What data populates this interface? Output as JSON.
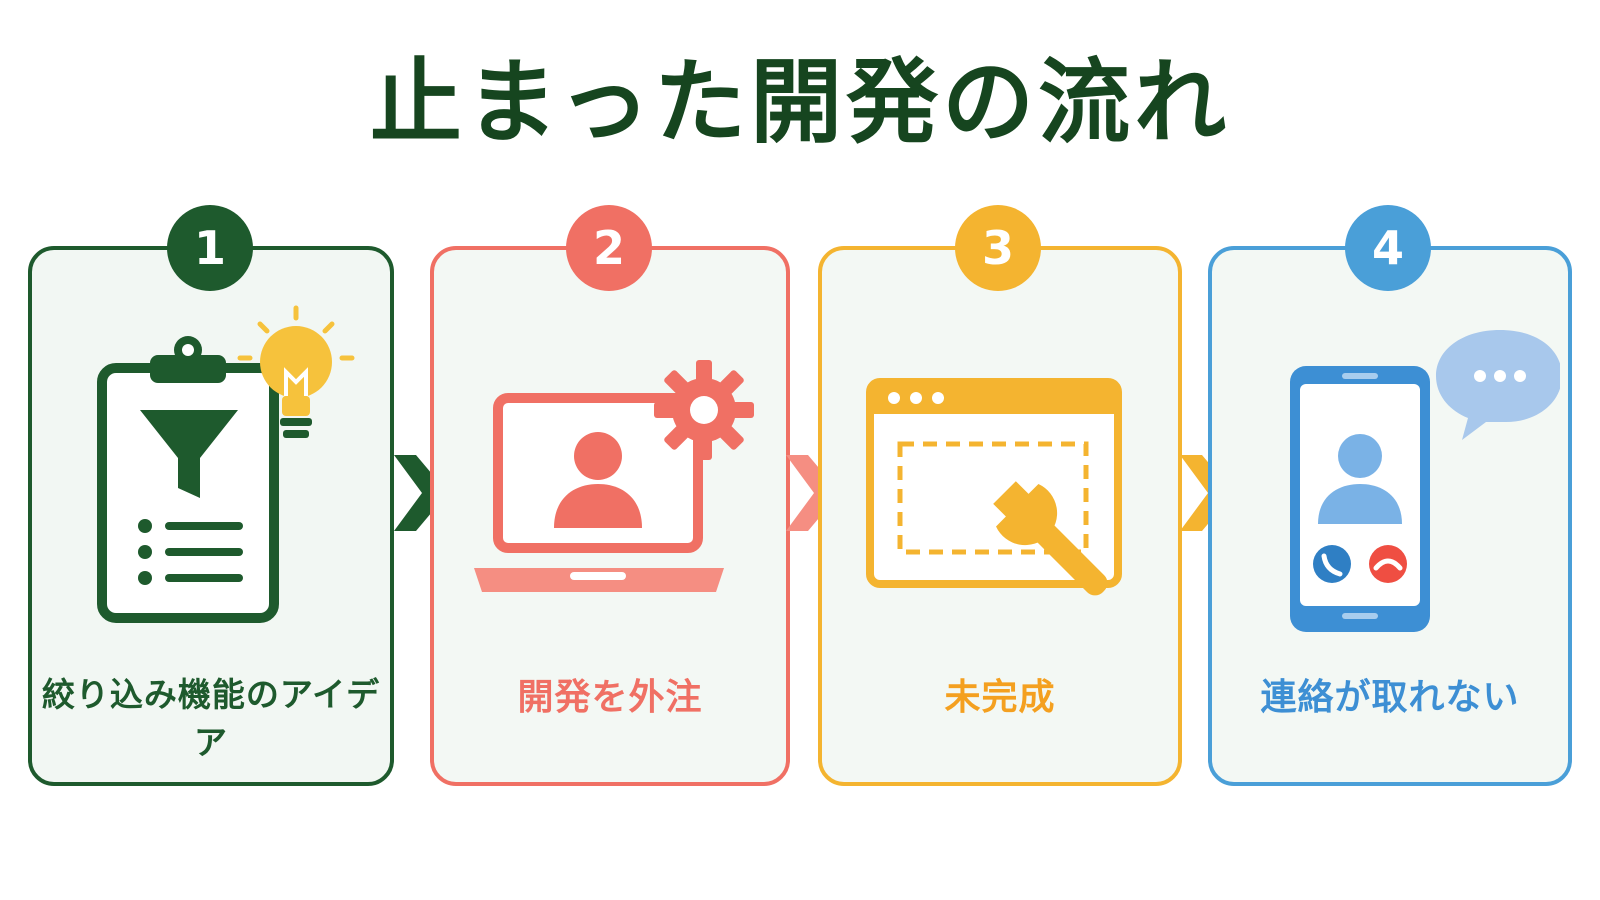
{
  "title": "止まった開発の流れ",
  "steps": [
    {
      "number": "1",
      "label": "絞り込み機能のアイデア",
      "color": "#1e5a2d"
    },
    {
      "number": "2",
      "label": "開発を外注",
      "color": "#f07064"
    },
    {
      "number": "3",
      "label": "未完成",
      "color": "#f4b430"
    },
    {
      "number": "4",
      "label": "連絡が取れない",
      "color": "#4a9fd8"
    }
  ],
  "icons": [
    "clipboard-filter-icon",
    "laptop-gear-icon",
    "browser-wrench-icon",
    "smartphone-call-icon"
  ]
}
